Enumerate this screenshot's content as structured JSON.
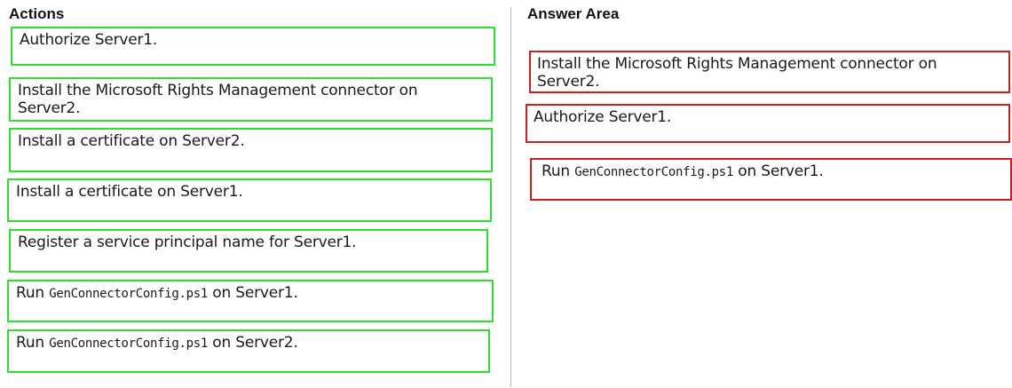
{
  "actions": {
    "heading": "Actions",
    "items": [
      {
        "text": "Authorize Server1."
      },
      {
        "text": "Install the Microsoft Rights Management connector on Server2."
      },
      {
        "text": "Install a certificate on Server2."
      },
      {
        "text": "Install a certificate on Server1."
      },
      {
        "text": "Register a service principal name for Server1."
      },
      {
        "prefix": "Run ",
        "code": "GenConnectorConfig.ps1",
        "suffix": " on Server1."
      },
      {
        "prefix": "Run ",
        "code": "GenConnectorConfig.ps1",
        "suffix": " on Server2."
      }
    ]
  },
  "answer_area": {
    "heading": "Answer Area",
    "items": [
      {
        "text": "Install the Microsoft Rights Management connector on Server2."
      },
      {
        "text": "Authorize Server1."
      },
      {
        "prefix": "Run ",
        "code": "GenConnectorConfig.ps1",
        "suffix": " on Server1."
      }
    ]
  },
  "colors": {
    "action_border": "#2ee02e",
    "answer_border": "#cc2020"
  }
}
